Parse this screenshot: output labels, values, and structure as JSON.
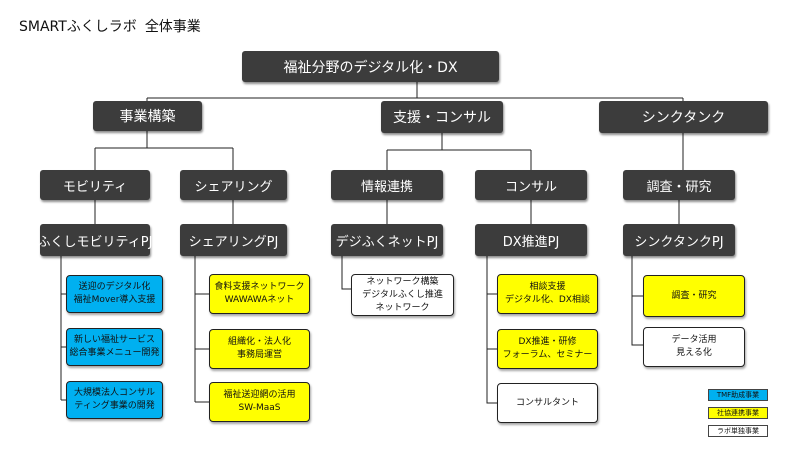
{
  "title": {
    "main": "SMARTふくしラボ",
    "sub": "全体事業"
  },
  "root": {
    "label": "福祉分野のデジタル化・DX"
  },
  "categories": [
    {
      "label": "事業構築",
      "groups": [
        {
          "label": "モビリティ",
          "project": "ふくしモビリティPJ",
          "items": [
            {
              "lines": [
                "送迎のデジタル化",
                "福祉Mover導入支援"
              ],
              "type": "TMF助成事業"
            },
            {
              "lines": [
                "新しい福祉サービス",
                "総合事業メニュー開発"
              ],
              "type": "TMF助成事業"
            },
            {
              "lines": [
                "大規模法人コンサル",
                "ティング事業の開発"
              ],
              "type": "TMF助成事業"
            }
          ]
        },
        {
          "label": "シェアリング",
          "project": "シェアリングPJ",
          "items": [
            {
              "lines": [
                "食料支援ネットワーク",
                "WAWAWAネット"
              ],
              "type": "社協連携事業"
            },
            {
              "lines": [
                "組織化・法人化",
                "事務局運営"
              ],
              "type": "社協連携事業"
            },
            {
              "lines": [
                "福祉送迎網の活用",
                "SW-MaaS"
              ],
              "type": "社協連携事業"
            }
          ]
        }
      ]
    },
    {
      "label": "支援・コンサル",
      "groups": [
        {
          "label": "情報連携",
          "project": "デジふくネットPJ",
          "items": [
            {
              "lines": [
                "ネットワーク構築",
                "デジタルふくし推進",
                "ネットワーク"
              ],
              "type": "ラボ単独事業"
            }
          ]
        },
        {
          "label": "コンサル",
          "project": "DX推進PJ",
          "items": [
            {
              "lines": [
                "相談支援",
                "デジタル化、DX相談"
              ],
              "type": "社協連携事業"
            },
            {
              "lines": [
                "DX推進・研修",
                "フォーラム、セミナー"
              ],
              "type": "社協連携事業"
            },
            {
              "lines": [
                "コンサルタント"
              ],
              "type": "ラボ単独事業"
            }
          ]
        }
      ]
    },
    {
      "label": "シンクタンク",
      "groups": [
        {
          "label": "調査・研究",
          "project": "シンクタンクPJ",
          "items": [
            {
              "lines": [
                "調査・研究"
              ],
              "type": "社協連携事業"
            },
            {
              "lines": [
                "データ活用",
                "見える化"
              ],
              "type": "ラボ単独事業"
            }
          ]
        }
      ]
    }
  ],
  "legend": [
    {
      "label": "TMF助成事業",
      "color": "#00b0f0"
    },
    {
      "label": "社協連携事業",
      "color": "#ffff00"
    },
    {
      "label": "ラボ単独事業",
      "color": "#ffffff"
    }
  ]
}
